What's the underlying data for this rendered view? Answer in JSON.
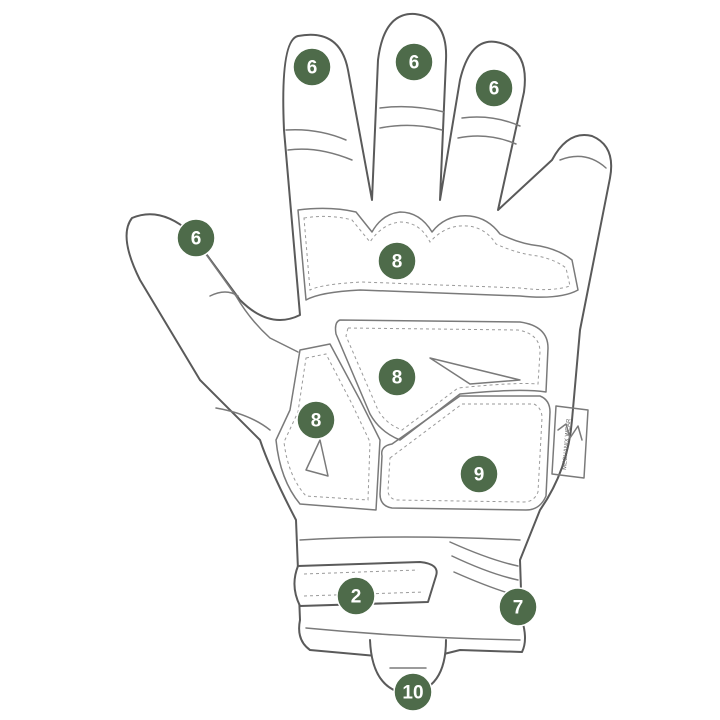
{
  "colors": {
    "callout_fill": "#4e6b4a",
    "callout_text": "#ffffff",
    "outline": "#5a5a5a"
  },
  "callouts": [
    {
      "label": "6"
    },
    {
      "label": "6"
    },
    {
      "label": "6"
    },
    {
      "label": "6"
    },
    {
      "label": "8"
    },
    {
      "label": "8"
    },
    {
      "label": "8"
    },
    {
      "label": "9"
    },
    {
      "label": "2"
    },
    {
      "label": "7"
    },
    {
      "label": "10"
    }
  ],
  "wrist_tag": {
    "text": "MECHANIX WEAR"
  }
}
